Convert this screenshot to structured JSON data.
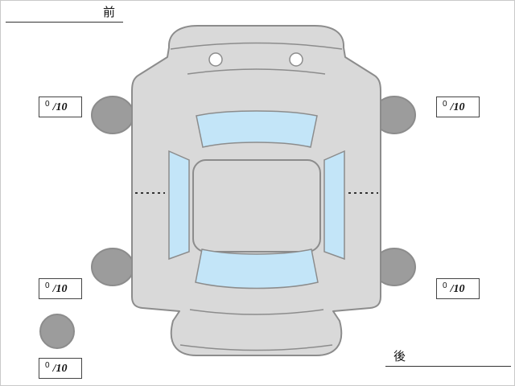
{
  "labels": {
    "front": "前",
    "rear": "後"
  },
  "scores": {
    "front_left": {
      "value": "0",
      "max": "/10"
    },
    "front_right": {
      "value": "0",
      "max": "/10"
    },
    "rear_left": {
      "value": "0",
      "max": "/10"
    },
    "rear_right": {
      "value": "0",
      "max": "/10"
    },
    "spare": {
      "value": "0",
      "max": "/10"
    }
  },
  "colors": {
    "body": "#d9d9d9",
    "outline": "#8c8c8c",
    "glass": "#c3e5f8",
    "wheel": "#9c9c9c",
    "box_border": "#444444",
    "text": "#111111"
  }
}
